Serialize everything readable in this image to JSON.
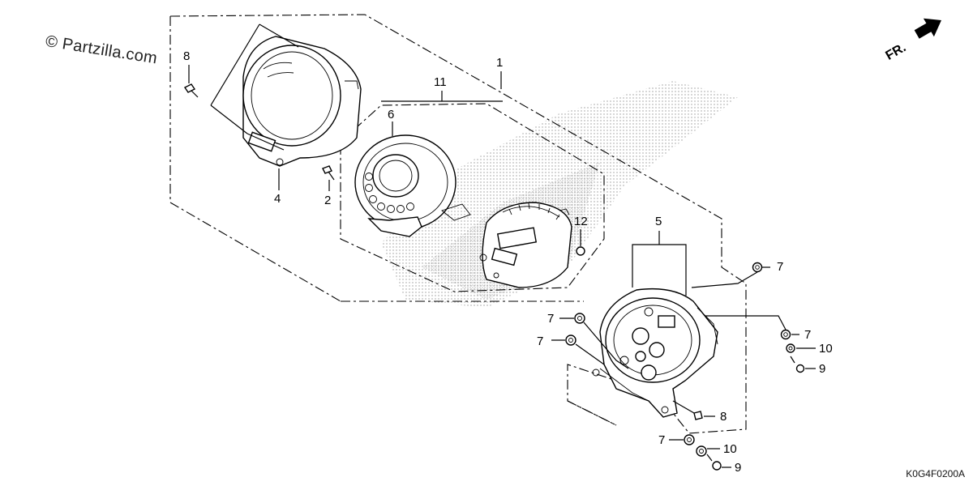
{
  "watermark": "© Partzilla.com",
  "diagram_code": "K0G4F0200A",
  "front_arrow_label": "FR.",
  "callouts": {
    "c1": "1",
    "c2": "2",
    "c4": "4",
    "c5": "5",
    "c6": "6",
    "c7a": "7",
    "c7b": "7",
    "c7c": "7",
    "c7d": "7",
    "c7e": "7",
    "c8a": "8",
    "c8b": "8",
    "c9a": "9",
    "c9b": "9",
    "c10a": "10",
    "c10b": "10",
    "c11": "11",
    "c12": "12"
  }
}
